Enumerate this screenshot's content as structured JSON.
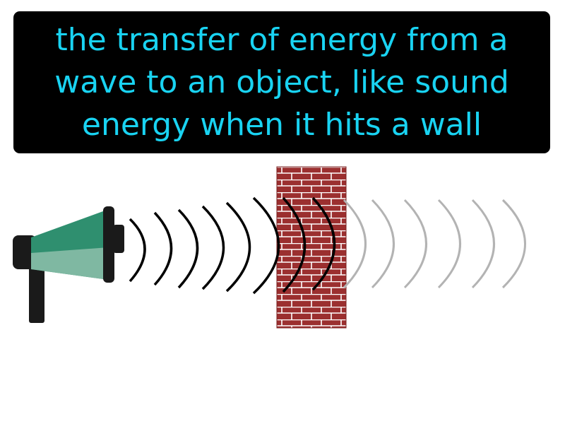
{
  "caption": {
    "lines": [
      "the transfer of energy from a",
      "wave to an object, like sound",
      "energy when it hits a wall"
    ]
  },
  "illustration": {
    "megaphone_icon": "megaphone-icon",
    "wall_icon": "brick-wall-icon",
    "incoming_waves": 6,
    "outgoing_waves": 6,
    "colors": {
      "caption_background": "#000000",
      "caption_text": "#19d3f2",
      "megaphone_body": "#1a1a1a",
      "megaphone_bell": "#2f8f6f",
      "megaphone_bell_light": "#7fb8a2",
      "wall_brick": "#9b2f2f",
      "wall_mortar": "#ffffff",
      "incoming_wave": "#000000",
      "outgoing_wave": "#b3b3b3"
    }
  }
}
